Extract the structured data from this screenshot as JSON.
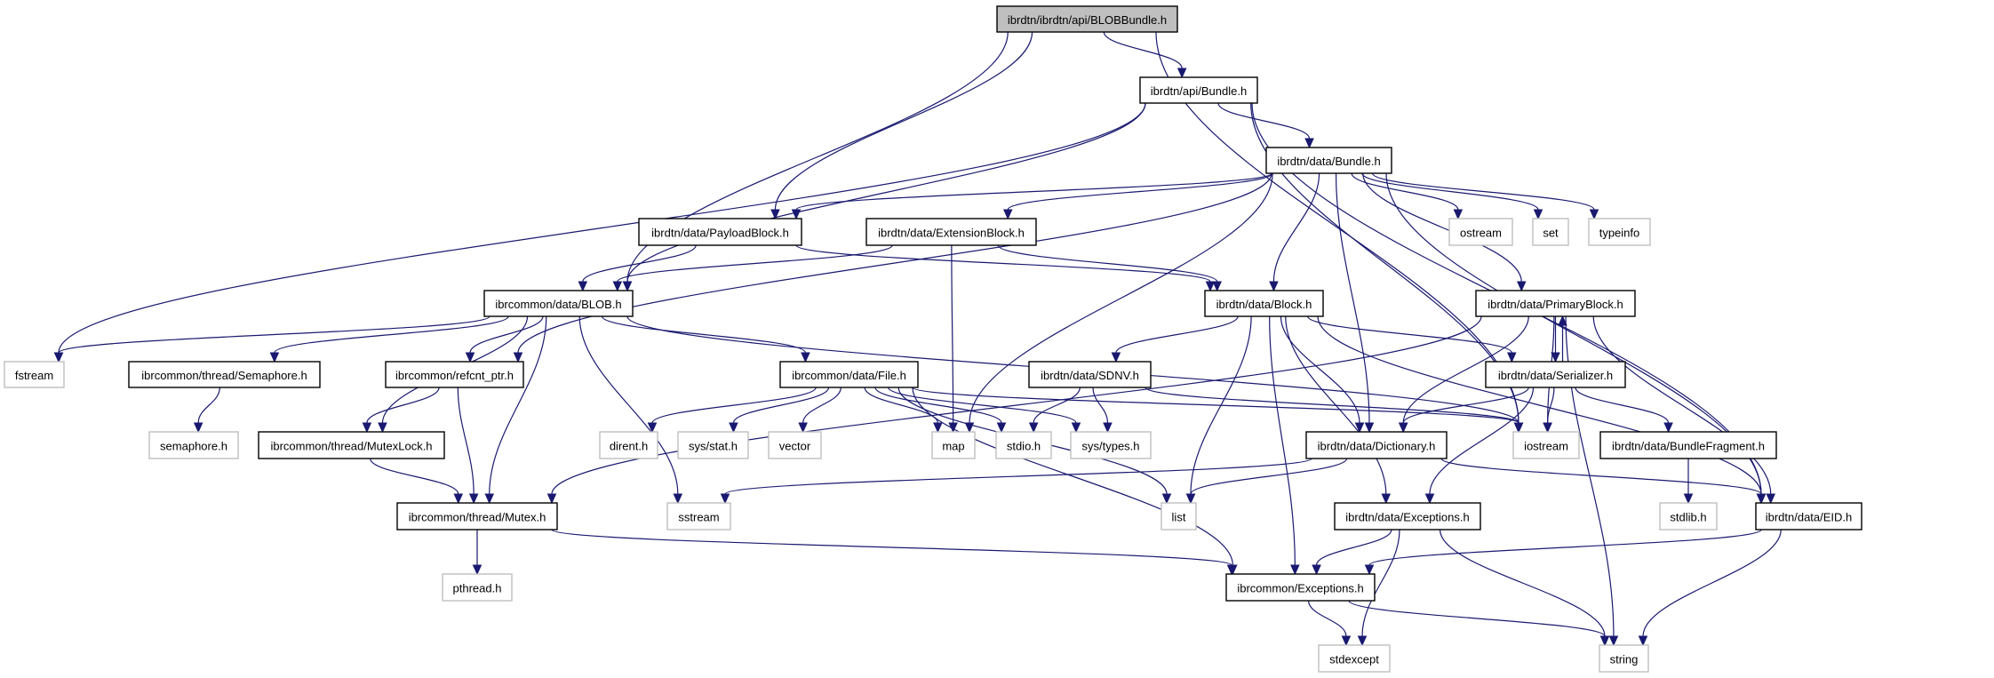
{
  "graph": {
    "title": "Include dependency graph for ibrdtn/ibrdtn/api/BLOBBundle.h",
    "colors": {
      "edge": "#191970",
      "root_fill": "#bfbfbf",
      "doc_border": "#000000",
      "external_border": "#bfbfbf"
    },
    "nodes": [
      {
        "id": "root",
        "label": "ibrdtn/ibrdtn/api/BLOBBundle.h",
        "kind": "root"
      },
      {
        "id": "api_bundle",
        "label": "ibrdtn/api/Bundle.h",
        "kind": "doc"
      },
      {
        "id": "data_bundle",
        "label": "ibrdtn/data/Bundle.h",
        "kind": "doc"
      },
      {
        "id": "payloadblock",
        "label": "ibrdtn/data/PayloadBlock.h",
        "kind": "doc"
      },
      {
        "id": "extensionblock",
        "label": "ibrdtn/data/ExtensionBlock.h",
        "kind": "doc"
      },
      {
        "id": "ostream",
        "label": "ostream",
        "kind": "ext"
      },
      {
        "id": "set",
        "label": "set",
        "kind": "ext"
      },
      {
        "id": "typeinfo",
        "label": "typeinfo",
        "kind": "ext"
      },
      {
        "id": "blob",
        "label": "ibrcommon/data/BLOB.h",
        "kind": "doc"
      },
      {
        "id": "block",
        "label": "ibrdtn/data/Block.h",
        "kind": "doc"
      },
      {
        "id": "primaryblock",
        "label": "ibrdtn/data/PrimaryBlock.h",
        "kind": "doc"
      },
      {
        "id": "fstream",
        "label": "fstream",
        "kind": "ext"
      },
      {
        "id": "semaphore",
        "label": "ibrcommon/thread/Semaphore.h",
        "kind": "doc"
      },
      {
        "id": "refcnt",
        "label": "ibrcommon/refcnt_ptr.h",
        "kind": "doc"
      },
      {
        "id": "file",
        "label": "ibrcommon/data/File.h",
        "kind": "doc"
      },
      {
        "id": "sdnv",
        "label": "ibrdtn/data/SDNV.h",
        "kind": "doc"
      },
      {
        "id": "serializer",
        "label": "ibrdtn/data/Serializer.h",
        "kind": "doc"
      },
      {
        "id": "semaphore_h",
        "label": "semaphore.h",
        "kind": "ext"
      },
      {
        "id": "mutexlock",
        "label": "ibrcommon/thread/MutexLock.h",
        "kind": "doc"
      },
      {
        "id": "dirent",
        "label": "dirent.h",
        "kind": "ext"
      },
      {
        "id": "sysstat",
        "label": "sys/stat.h",
        "kind": "ext"
      },
      {
        "id": "vector",
        "label": "vector",
        "kind": "ext"
      },
      {
        "id": "map",
        "label": "map",
        "kind": "ext"
      },
      {
        "id": "stdio",
        "label": "stdio.h",
        "kind": "ext"
      },
      {
        "id": "systypes",
        "label": "sys/types.h",
        "kind": "ext"
      },
      {
        "id": "dictionary",
        "label": "ibrdtn/data/Dictionary.h",
        "kind": "doc"
      },
      {
        "id": "iostream",
        "label": "iostream",
        "kind": "ext"
      },
      {
        "id": "bundlefragment",
        "label": "ibrdtn/data/BundleFragment.h",
        "kind": "doc"
      },
      {
        "id": "mutex",
        "label": "ibrcommon/thread/Mutex.h",
        "kind": "doc"
      },
      {
        "id": "sstream",
        "label": "sstream",
        "kind": "ext"
      },
      {
        "id": "list",
        "label": "list",
        "kind": "ext"
      },
      {
        "id": "data_exceptions",
        "label": "ibrdtn/data/Exceptions.h",
        "kind": "doc"
      },
      {
        "id": "stdlib",
        "label": "stdlib.h",
        "kind": "ext"
      },
      {
        "id": "eid",
        "label": "ibrdtn/data/EID.h",
        "kind": "doc"
      },
      {
        "id": "pthread",
        "label": "pthread.h",
        "kind": "ext"
      },
      {
        "id": "common_exceptions",
        "label": "ibrcommon/Exceptions.h",
        "kind": "doc"
      },
      {
        "id": "stdexcept",
        "label": "stdexcept",
        "kind": "ext"
      },
      {
        "id": "string",
        "label": "string",
        "kind": "ext"
      }
    ],
    "edges": [
      [
        "root",
        "api_bundle"
      ],
      [
        "root",
        "blob"
      ],
      [
        "root",
        "payloadblock"
      ],
      [
        "root",
        "iostream"
      ],
      [
        "api_bundle",
        "data_bundle"
      ],
      [
        "api_bundle",
        "blob"
      ],
      [
        "api_bundle",
        "fstream"
      ],
      [
        "api_bundle",
        "iostream"
      ],
      [
        "api_bundle",
        "eid"
      ],
      [
        "data_bundle",
        "payloadblock"
      ],
      [
        "data_bundle",
        "extensionblock"
      ],
      [
        "data_bundle",
        "ostream"
      ],
      [
        "data_bundle",
        "set"
      ],
      [
        "data_bundle",
        "typeinfo"
      ],
      [
        "data_bundle",
        "block"
      ],
      [
        "data_bundle",
        "primaryblock"
      ],
      [
        "data_bundle",
        "refcnt"
      ],
      [
        "data_bundle",
        "map"
      ],
      [
        "data_bundle",
        "dictionary"
      ],
      [
        "data_bundle",
        "eid"
      ],
      [
        "payloadblock",
        "blob"
      ],
      [
        "payloadblock",
        "block"
      ],
      [
        "extensionblock",
        "blob"
      ],
      [
        "extensionblock",
        "block"
      ],
      [
        "extensionblock",
        "map"
      ],
      [
        "blob",
        "fstream"
      ],
      [
        "blob",
        "semaphore"
      ],
      [
        "blob",
        "refcnt"
      ],
      [
        "blob",
        "mutexlock"
      ],
      [
        "blob",
        "mutex"
      ],
      [
        "blob",
        "file"
      ],
      [
        "blob",
        "sstream"
      ],
      [
        "blob",
        "iostream"
      ],
      [
        "block",
        "sdnv"
      ],
      [
        "block",
        "serializer"
      ],
      [
        "block",
        "dictionary"
      ],
      [
        "block",
        "list"
      ],
      [
        "block",
        "data_exceptions"
      ],
      [
        "block",
        "common_exceptions"
      ],
      [
        "block",
        "eid"
      ],
      [
        "primaryblock",
        "serializer"
      ],
      [
        "primaryblock",
        "dictionary"
      ],
      [
        "primaryblock",
        "iostream"
      ],
      [
        "primaryblock",
        "eid"
      ],
      [
        "primaryblock",
        "mutex"
      ],
      [
        "primaryblock",
        "string"
      ],
      [
        "serializer",
        "primaryblock"
      ],
      [
        "serializer",
        "dictionary"
      ],
      [
        "serializer",
        "iostream"
      ],
      [
        "serializer",
        "bundlefragment"
      ],
      [
        "serializer",
        "data_exceptions"
      ],
      [
        "semaphore",
        "semaphore_h"
      ],
      [
        "refcnt",
        "mutexlock"
      ],
      [
        "refcnt",
        "mutex"
      ],
      [
        "mutexlock",
        "mutex"
      ],
      [
        "file",
        "dirent"
      ],
      [
        "file",
        "sysstat"
      ],
      [
        "file",
        "vector"
      ],
      [
        "file",
        "map"
      ],
      [
        "file",
        "stdio"
      ],
      [
        "file",
        "systypes"
      ],
      [
        "file",
        "list"
      ],
      [
        "file",
        "common_exceptions"
      ],
      [
        "file",
        "iostream"
      ],
      [
        "sdnv",
        "stdio"
      ],
      [
        "sdnv",
        "systypes"
      ],
      [
        "sdnv",
        "iostream"
      ],
      [
        "dictionary",
        "sstream"
      ],
      [
        "dictionary",
        "list"
      ],
      [
        "dictionary",
        "eid"
      ],
      [
        "bundlefragment",
        "stdlib"
      ],
      [
        "mutex",
        "pthread"
      ],
      [
        "mutex",
        "common_exceptions"
      ],
      [
        "data_exceptions",
        "common_exceptions"
      ],
      [
        "data_exceptions",
        "stdexcept"
      ],
      [
        "data_exceptions",
        "string"
      ],
      [
        "eid",
        "common_exceptions"
      ],
      [
        "eid",
        "string"
      ],
      [
        "common_exceptions",
        "stdexcept"
      ],
      [
        "common_exceptions",
        "string"
      ]
    ]
  }
}
